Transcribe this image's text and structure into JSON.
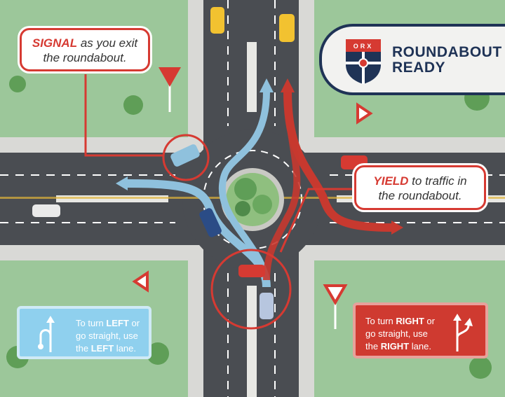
{
  "logo": {
    "badge_text": "ORX",
    "title_line1": "ROUNDABOUT",
    "title_line2": "READY"
  },
  "callouts": {
    "signal": {
      "keyword": "SIGNAL",
      "rest_line1": " as you exit",
      "line2": "the roundabout."
    },
    "yield": {
      "keyword": "YIELD",
      "rest_line1": " to traffic in",
      "line2": "the roundabout."
    }
  },
  "tips": {
    "left": {
      "t1": "To turn ",
      "k1": "LEFT",
      "t2": " or go straight, use the ",
      "k2": "LEFT",
      "t3": " lane."
    },
    "right": {
      "t1": "To turn ",
      "k1": "RIGHT",
      "t2": " or go straight, use the ",
      "k2": "RIGHT",
      "t3": " lane."
    }
  },
  "colors": {
    "grass": "#9cc79a",
    "road": "#4a4d52",
    "accent_red": "#d63a32",
    "accent_blue": "#8fc1dd",
    "navy": "#1f3356"
  }
}
